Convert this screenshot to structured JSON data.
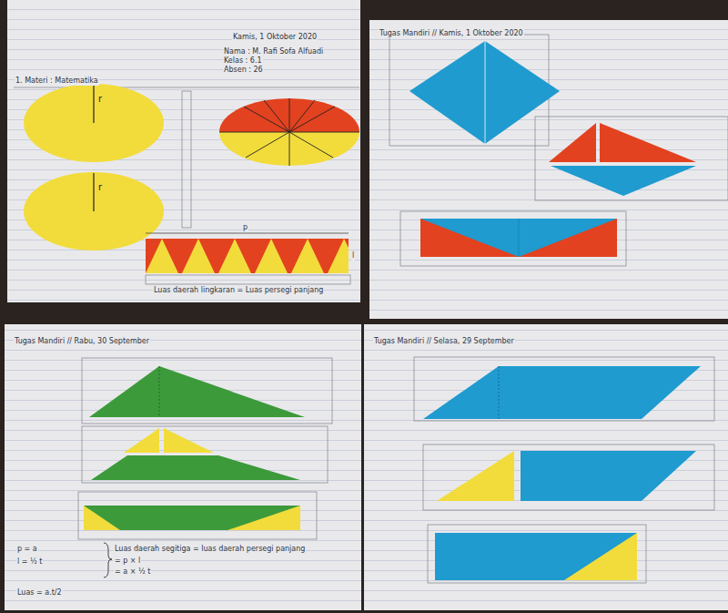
{
  "diagram": {
    "nodes": [
      {
        "text": [
          "Kamis, 1 Oktober 2020",
          "Nama : M. Rafi Sofa Alfuadi",
          "Kelas : 6.1",
          "Absen : 26",
          "1. Materi : Matematika"
        ]
      },
      {
        "text": [
          "Tugas Mandiri // Kamis, 1 Oktober 2020"
        ]
      },
      {
        "text": [
          "Tugas Mandiri // Rabu, 30 September"
        ]
      },
      {
        "text": [
          "Tugas Mandiri // Selasa, 29 September"
        ]
      }
    ],
    "labels": [
      "r",
      "r",
      "p",
      "l",
      "Luas daerah lingkaran = Luas persegi panjang",
      "p = a",
      "l = ½ t",
      "Luas daerah segitiga = luas daerah persegi panjang",
      "= p × l",
      "= a × ½ t",
      "Luas = a.t/2"
    ]
  }
}
